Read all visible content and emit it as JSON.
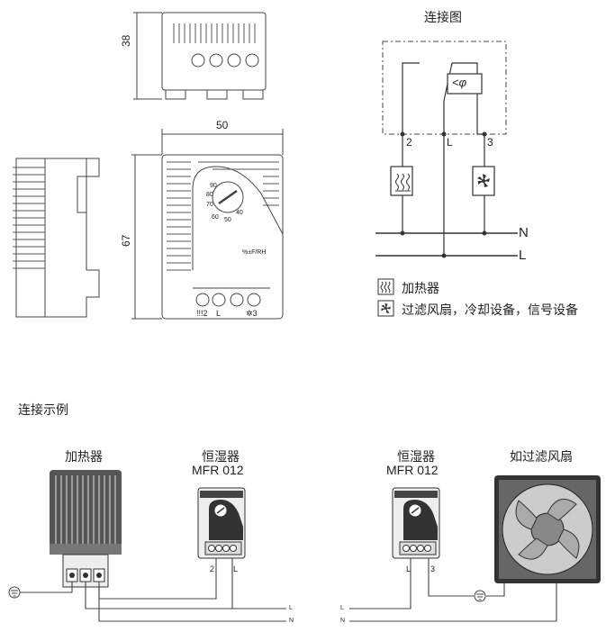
{
  "dimensions": {
    "height_top": "38",
    "width": "50",
    "height_front": "67"
  },
  "front_panel": {
    "dial_marks": [
      "90",
      "80",
      "70",
      "60",
      "50",
      "40"
    ],
    "rh_label": "%±F/RH",
    "terminal_labels": [
      "!!!2",
      "L",
      "✲3"
    ]
  },
  "wiring_diagram": {
    "title": "连接图",
    "terminals": [
      "2",
      "L",
      "3"
    ],
    "switch_symbol": "<φ",
    "line_labels": [
      "N",
      "L"
    ],
    "legend": [
      {
        "icon": "heater-icon",
        "text": "加热器"
      },
      {
        "icon": "fan-icon",
        "text": "过滤风扇，冷却设备，信号设备"
      }
    ]
  },
  "examples": {
    "title": "连接示例",
    "left": {
      "device_label": "加热器",
      "controller_label_line1": "恒湿器",
      "controller_label_line2": "MFR 012",
      "controller_terminals": [
        "2",
        "L"
      ],
      "line_labels": [
        "L",
        "N"
      ]
    },
    "right": {
      "controller_label_line1": "恒湿器",
      "controller_label_line2": "MFR 012",
      "controller_terminals": [
        "L",
        "3"
      ],
      "device_label": "如过滤风扇",
      "line_labels": [
        "L",
        "N"
      ]
    }
  }
}
